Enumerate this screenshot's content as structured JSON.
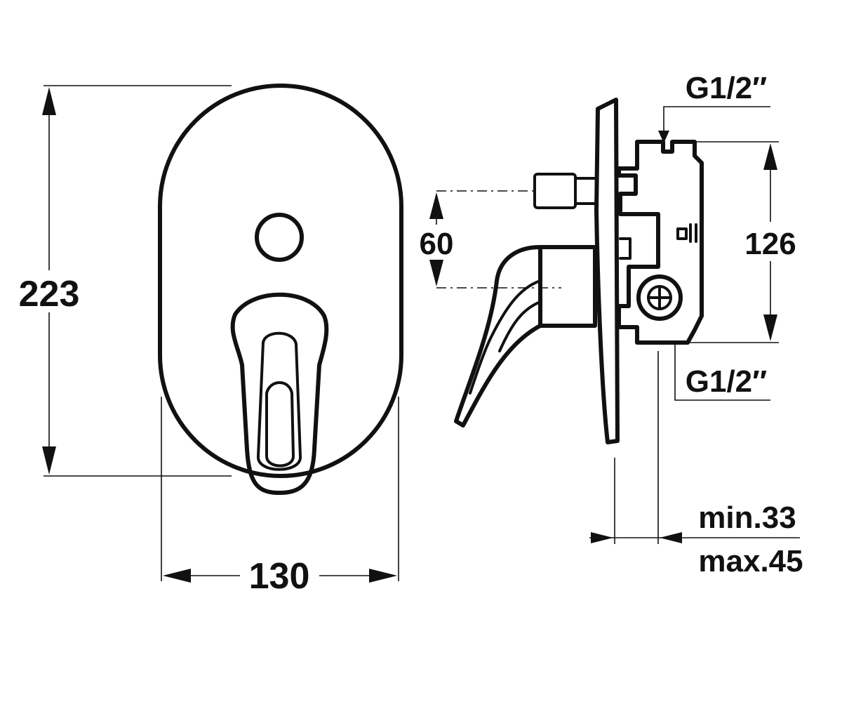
{
  "dimensions": {
    "height": "223",
    "width": "130",
    "lever_offset": "60",
    "inlet_spacing": "126",
    "thread_top": "G1/2″",
    "thread_bottom": "G1/2″",
    "depth_min": "min.33",
    "depth_max": "max.45"
  },
  "colors": {
    "line": "#111111",
    "background": "#ffffff"
  }
}
